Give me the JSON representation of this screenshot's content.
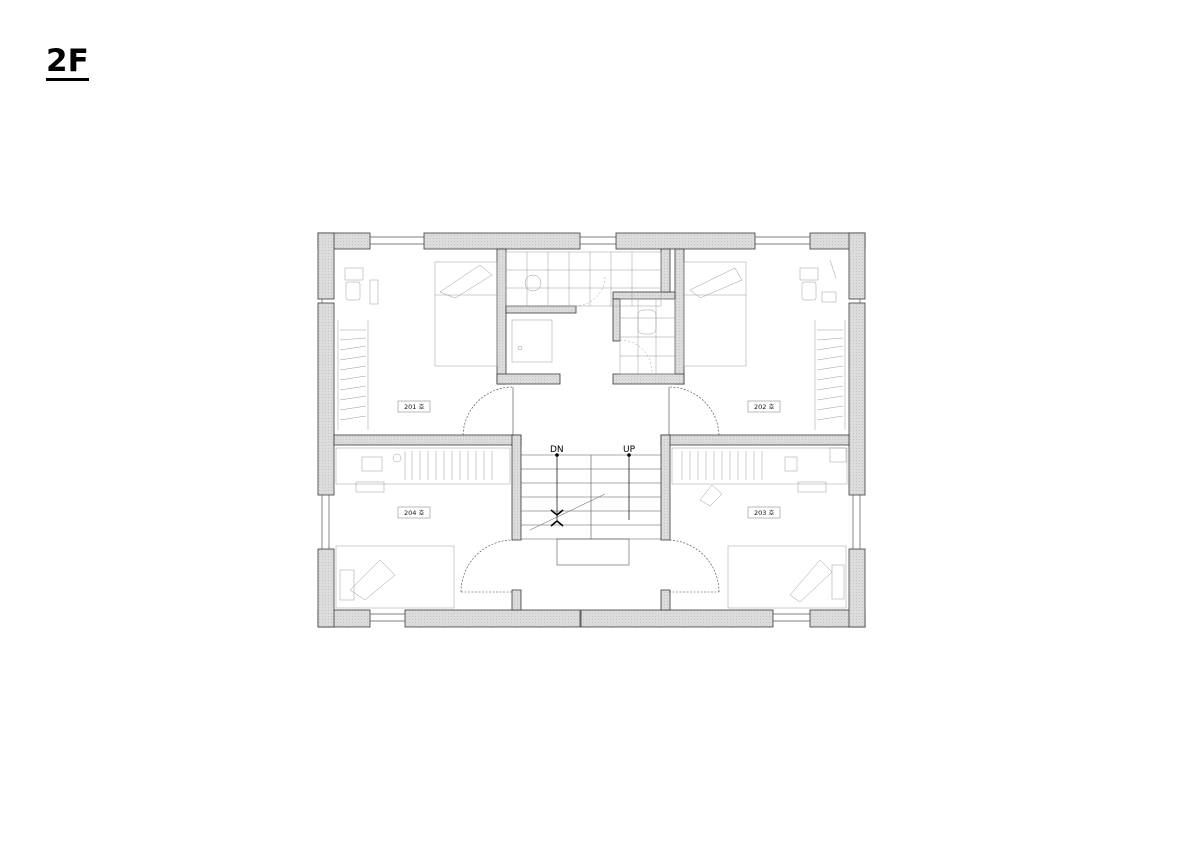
{
  "floor": {
    "title": "2F"
  },
  "rooms": [
    {
      "id": "201",
      "label": "201 호"
    },
    {
      "id": "202",
      "label": "202 호"
    },
    {
      "id": "203",
      "label": "203 호"
    },
    {
      "id": "204",
      "label": "204 호"
    }
  ],
  "stair": {
    "down_label": "DN",
    "up_label": "UP"
  },
  "colors": {
    "wall_fill": "#d9d9d9",
    "wall_stroke": "#3a3a3a",
    "furniture": "#9a9a9a",
    "line": "#444444"
  }
}
